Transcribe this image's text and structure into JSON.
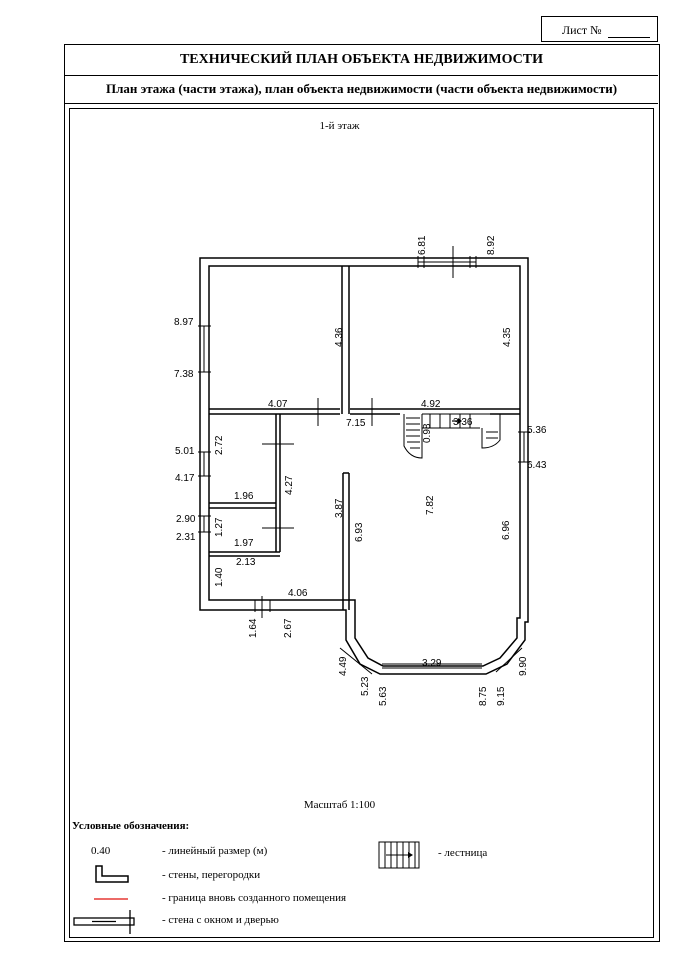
{
  "sheet": {
    "label": "Лист №"
  },
  "header": {
    "title": "ТЕХНИЧЕСКИЙ ПЛАН ОБЪЕКТА НЕДВИЖИМОСТИ",
    "subtitle": "План этажа (части этажа), план объекта недвижимости (части объекта недвижимости)"
  },
  "plan": {
    "floor_label": "1-й этаж",
    "scale": "Масштаб 1:100",
    "dimensions": [
      "6.81",
      "8.92",
      "8.97",
      "7.38",
      "4.36",
      "4.35",
      "4.07",
      "4.92",
      "7.15",
      "0.98",
      "3.36",
      "5.36",
      "6.43",
      "5.01",
      "4.17",
      "2.72",
      "4.27",
      "1.96",
      "2.90",
      "2.31",
      "1.27",
      "1.97",
      "2.13",
      "1.40",
      "3.87",
      "6.93",
      "7.82",
      "6.96",
      "4.06",
      "1.64",
      "2.67",
      "3.29",
      "4.49",
      "5.23",
      "5.63",
      "8.75",
      "9.15",
      "9.90"
    ]
  },
  "legend": {
    "title": "Условные обозначения:",
    "size_sample": "0.40",
    "items": [
      {
        "label": "- линейный размер (м)"
      },
      {
        "label": "- стены, перегородки"
      },
      {
        "label": "- граница вновь созданного помещения"
      },
      {
        "label": "- стена с окном и дверью"
      },
      {
        "label": "- лестница"
      }
    ],
    "red_line_color": "#e53935"
  }
}
